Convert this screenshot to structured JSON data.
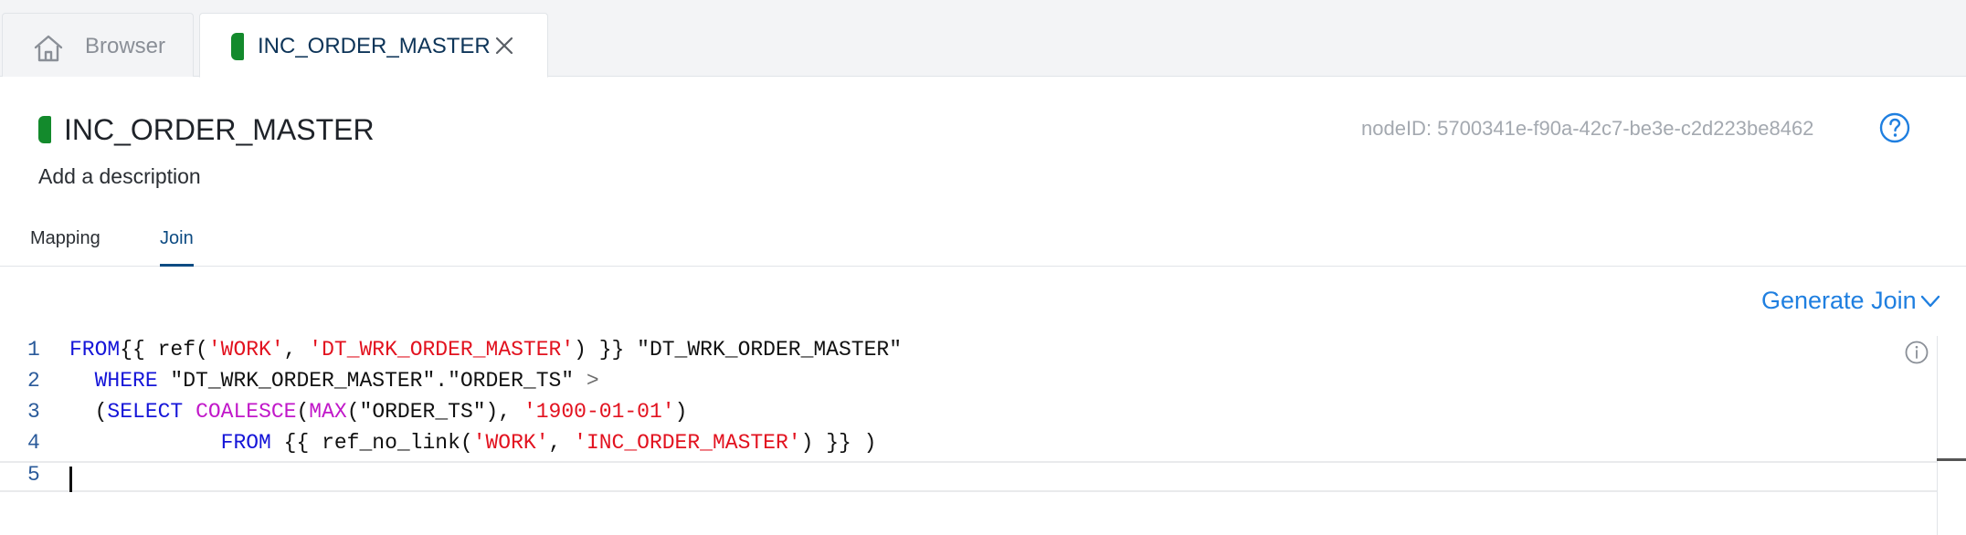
{
  "tabs": {
    "browser_label": "Browser",
    "active_label": "INC_ORDER_MASTER"
  },
  "header": {
    "title": "INC_ORDER_MASTER",
    "node_id": "nodeID: 5700341e-f90a-42c7-be3e-c2d223be8462",
    "description": "Add a description"
  },
  "subtabs": {
    "mapping": "Mapping",
    "join": "Join"
  },
  "editor": {
    "generate_join": "Generate Join",
    "line_numbers": [
      "1",
      "2",
      "3",
      "4",
      "5"
    ],
    "lines": [
      [
        {
          "t": "kw",
          "v": "FROM"
        },
        {
          "t": "",
          "v": "{{ ref("
        },
        {
          "t": "str",
          "v": "'WORK'"
        },
        {
          "t": "",
          "v": ", "
        },
        {
          "t": "str",
          "v": "'DT_WRK_ORDER_MASTER'"
        },
        {
          "t": "",
          "v": ") }} \"DT_WRK_ORDER_MASTER\""
        }
      ],
      [
        {
          "t": "",
          "v": "  "
        },
        {
          "t": "kw",
          "v": "WHERE"
        },
        {
          "t": "",
          "v": " \"DT_WRK_ORDER_MASTER\".\"ORDER_TS\" "
        },
        {
          "t": "op",
          "v": ">"
        }
      ],
      [
        {
          "t": "",
          "v": "  ("
        },
        {
          "t": "kw",
          "v": "SELECT"
        },
        {
          "t": "",
          "v": " "
        },
        {
          "t": "fn",
          "v": "COALESCE"
        },
        {
          "t": "",
          "v": "("
        },
        {
          "t": "fn",
          "v": "MAX"
        },
        {
          "t": "",
          "v": "(\"ORDER_TS\"), "
        },
        {
          "t": "str",
          "v": "'1900-01-01'"
        },
        {
          "t": "",
          "v": ")"
        }
      ],
      [
        {
          "t": "",
          "v": "            "
        },
        {
          "t": "kw",
          "v": "FROM"
        },
        {
          "t": "",
          "v": " {{ ref_no_link("
        },
        {
          "t": "str",
          "v": "'WORK'"
        },
        {
          "t": "",
          "v": ", "
        },
        {
          "t": "str",
          "v": "'INC_ORDER_MASTER'"
        },
        {
          "t": "",
          "v": ") }} )"
        }
      ],
      []
    ]
  },
  "icons": {
    "home": "home-icon",
    "close": "close-icon",
    "help": "help-icon",
    "info": "info-icon",
    "chevron": "chevron-down-icon"
  },
  "colors": {
    "status_green": "#138a2c",
    "accent_blue": "#1f7fe0",
    "tab_active_text": "#0d3458",
    "sql_keyword": "#1515d8",
    "sql_function": "#c118c9",
    "sql_string": "#e2121f"
  }
}
